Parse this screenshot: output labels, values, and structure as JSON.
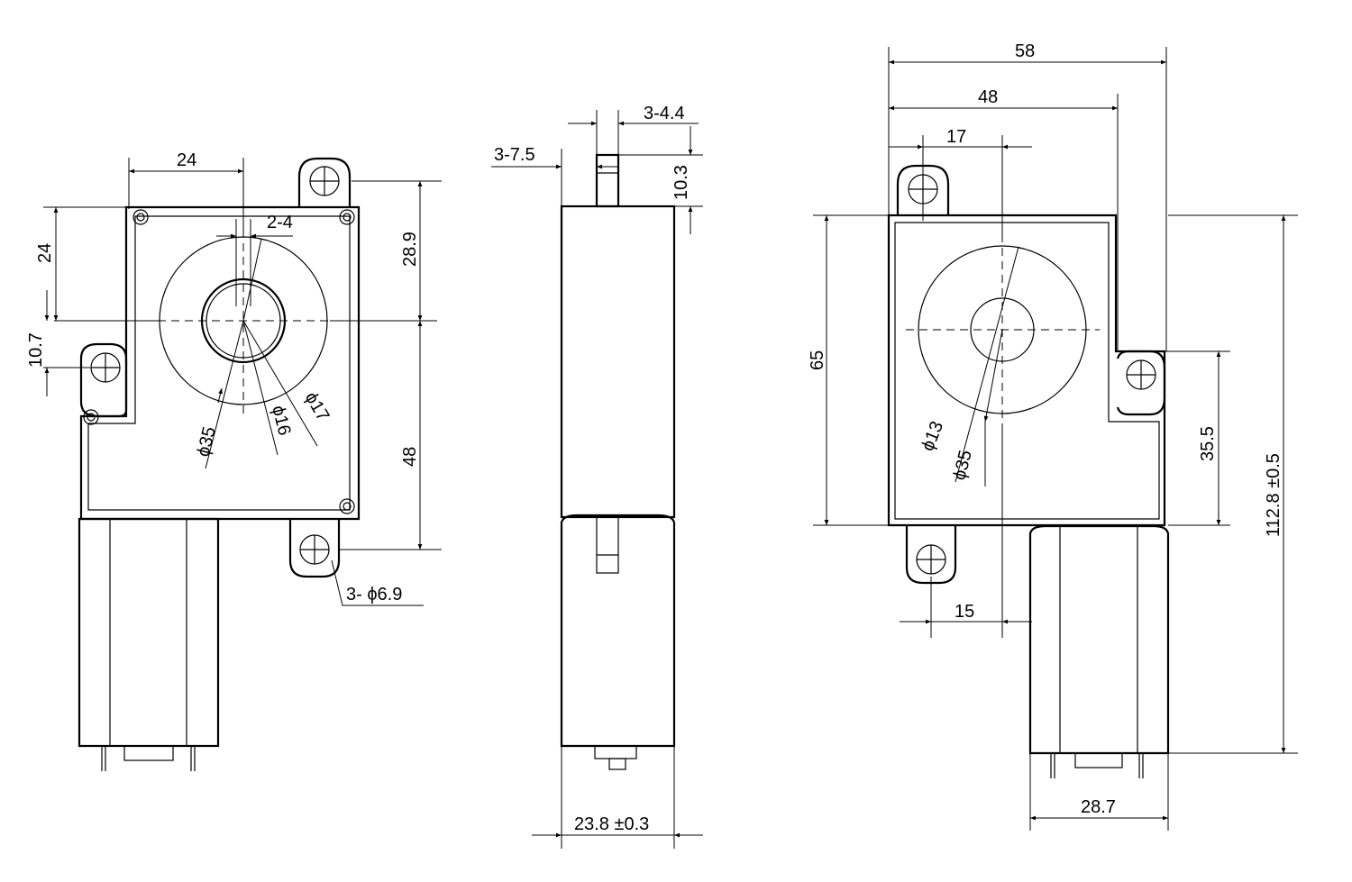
{
  "front_view": {
    "dims": {
      "d24_horizontal": "24",
      "d24_vertical": "24",
      "d2_4": "2-4",
      "d28_9": "28.9",
      "d10_7": "10.7",
      "d48": "48",
      "d35": "ϕ35",
      "d16": "ϕ16",
      "d17": "ϕ17",
      "mount_holes": "3-  ϕ6.9"
    }
  },
  "side_view": {
    "dims": {
      "d3_4_4": "3-4.4",
      "d3_7_5": "3-7.5",
      "d10_3": "10.3",
      "width": "23.8 ±0.3"
    }
  },
  "right_view": {
    "dims": {
      "d58": "58",
      "d48": "48",
      "d17": "17",
      "d65": "65",
      "d13": "ϕ13",
      "d35": "ϕ35",
      "d35_5": "35.5",
      "d112_8": "112.8 ±0.5",
      "d15": "15",
      "d28_7": "28.7"
    }
  }
}
